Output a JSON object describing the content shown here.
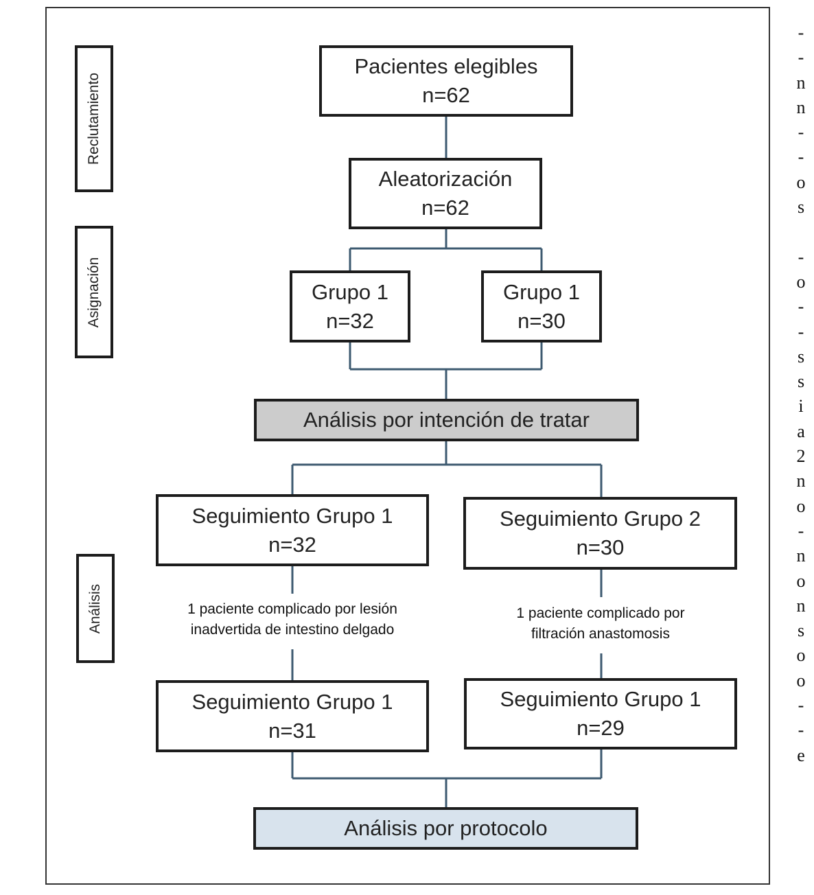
{
  "phases": {
    "recruitment": "Reclutamiento",
    "assignment": "Asignación",
    "analysis": "Análisis"
  },
  "boxes": {
    "eligible": {
      "title": "Pacientes elegibles",
      "n": "n=62"
    },
    "randomization": {
      "title": "Aleatorización",
      "n": "n=62"
    },
    "group_a": {
      "title": "Grupo 1",
      "n": "n=32"
    },
    "group_b": {
      "title": "Grupo 1",
      "n": "n=30"
    },
    "itt": {
      "title": "Análisis por intención de tratar"
    },
    "followup_1": {
      "title": "Seguimiento Grupo 1",
      "n": "n=32"
    },
    "followup_2": {
      "title": "Seguimiento Grupo 2",
      "n": "n=30"
    },
    "followup_1_final": {
      "title": "Seguimiento Grupo 1",
      "n": "n=31"
    },
    "followup_2_final": {
      "title": "Seguimiento Grupo 1",
      "n": "n=29"
    },
    "per_protocol": {
      "title": "Análisis por protocolo"
    }
  },
  "notes": {
    "left": {
      "line1": "1 paciente complicado por lesión",
      "line2": "inadvertida de intestino delgado"
    },
    "right": {
      "line1": "1 paciente complicado por",
      "line2": "filtración anastomosis"
    }
  },
  "colors": {
    "connector": "#3d5a70",
    "box_border": "#1c1c1c",
    "itt_fill": "#cccccc",
    "per_protocol_fill": "#d8e3ed"
  },
  "edge_text": [
    "-",
    "-",
    "n",
    "n",
    "-",
    "-",
    "o",
    "s",
    "",
    "-",
    "o",
    "-",
    "-",
    "s",
    "s",
    "i",
    "a",
    "2",
    "n",
    "o",
    "-",
    "n",
    "o",
    "n",
    "s",
    "o",
    "o",
    "-",
    "-",
    "e"
  ]
}
